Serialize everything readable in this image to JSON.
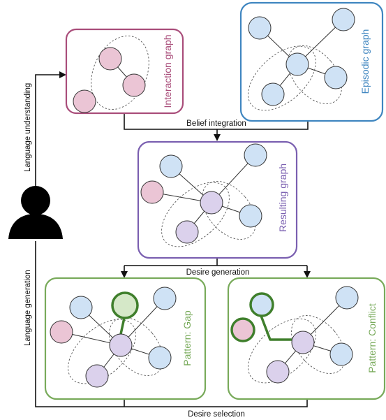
{
  "colors": {
    "interaction": "#a94d7a",
    "episodic": "#3f86c0",
    "resulting": "#7a5fb0",
    "pattern": "#78aa5a",
    "highlight": "#3f7f2c",
    "node_pink": "#ebc5d5",
    "node_blue": "#cfe2f5",
    "node_purple": "#dbd1ec",
    "node_green": "#d5e8c8",
    "ink": "#111111"
  },
  "boxes": {
    "interaction": {
      "title": "Interaction graph"
    },
    "episodic": {
      "title": "Episodic graph"
    },
    "resulting": {
      "title": "Resulting graph"
    },
    "gap": {
      "title": "Pattern: Gap"
    },
    "conflict": {
      "title": "Pattern: Conflict"
    }
  },
  "flows": {
    "language_understanding": "Language understanding",
    "language_generation": "Language generation",
    "belief_integration": "Belief integration",
    "desire_generation": "Desire generation",
    "desire_selection": "Desire selection"
  },
  "user_icon": "person-silhouette-icon"
}
